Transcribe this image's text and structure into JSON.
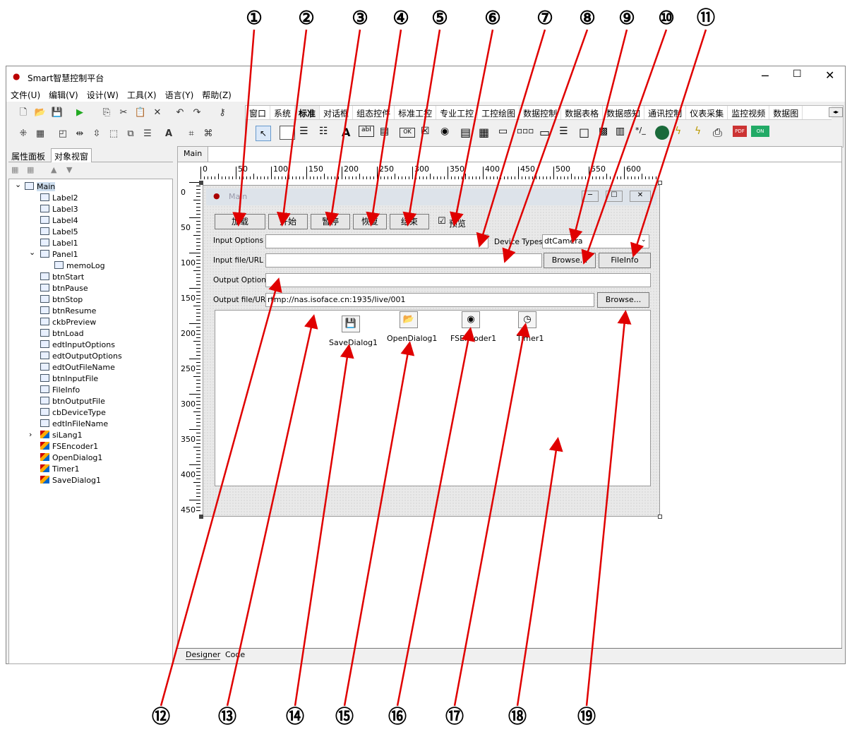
{
  "app": {
    "title": "Smart智慧控制平台"
  },
  "menu": [
    "文件(U)",
    "编辑(V)",
    "设计(W)",
    "工具(X)",
    "语言(Y)",
    "帮助(Z)"
  ],
  "palette_tabs": [
    "窗口",
    "系统",
    "标准",
    "对话框",
    "组态控件",
    "标准工控",
    "专业工控",
    "工控绘图",
    "数据控制",
    "数据表格",
    "数据感知",
    "通讯控制",
    "仪表采集",
    "监控视频",
    "数据图"
  ],
  "left_tabs": [
    "属性面板",
    "对象视窗"
  ],
  "tree": [
    {
      "label": "Main",
      "icon": "form",
      "level": 0
    },
    {
      "label": "Label2",
      "icon": "comp",
      "level": 1
    },
    {
      "label": "Label3",
      "icon": "comp",
      "level": 1
    },
    {
      "label": "Label4",
      "icon": "comp",
      "level": 1
    },
    {
      "label": "Label5",
      "icon": "comp",
      "level": 1
    },
    {
      "label": "Label1",
      "icon": "comp",
      "level": 1
    },
    {
      "label": "Panel1",
      "icon": "comp",
      "level": 1
    },
    {
      "label": "memoLog",
      "icon": "comp",
      "level": 2
    },
    {
      "label": "btnStart",
      "icon": "comp",
      "level": 1
    },
    {
      "label": "btnPause",
      "icon": "comp",
      "level": 1
    },
    {
      "label": "btnStop",
      "icon": "comp",
      "level": 1
    },
    {
      "label": "btnResume",
      "icon": "comp",
      "level": 1
    },
    {
      "label": "ckbPreview",
      "icon": "comp",
      "level": 1
    },
    {
      "label": "btnLoad",
      "icon": "comp",
      "level": 1
    },
    {
      "label": "edtInputOptions",
      "icon": "comp",
      "level": 1
    },
    {
      "label": "edtOutputOptions",
      "icon": "comp",
      "level": 1
    },
    {
      "label": "edtOutFileName",
      "icon": "comp",
      "level": 1
    },
    {
      "label": "btnInputFile",
      "icon": "comp",
      "level": 1
    },
    {
      "label": "FileInfo",
      "icon": "comp",
      "level": 1
    },
    {
      "label": "btnOutputFile",
      "icon": "comp",
      "level": 1
    },
    {
      "label": "cbDeviceType",
      "icon": "comp",
      "level": 1
    },
    {
      "label": "edtInFileName",
      "icon": "comp",
      "level": 1
    },
    {
      "label": "siLang1",
      "icon": "nv",
      "level": 1
    },
    {
      "label": "FSEncoder1",
      "icon": "nv",
      "level": 1
    },
    {
      "label": "OpenDialog1",
      "icon": "nv",
      "level": 1
    },
    {
      "label": "Timer1",
      "icon": "nv",
      "level": 1
    },
    {
      "label": "SaveDialog1",
      "icon": "nv",
      "level": 1
    }
  ],
  "designer_tab": "Main",
  "ruler_h": [
    "0",
    "50",
    "100",
    "150",
    "200",
    "250",
    "300",
    "350",
    "400",
    "450",
    "500",
    "550",
    "600"
  ],
  "ruler_v": [
    "0",
    "50",
    "100",
    "150",
    "200",
    "250",
    "300",
    "350",
    "400",
    "450"
  ],
  "form": {
    "title": "Main",
    "buttons": {
      "load": "加载",
      "start": "开始",
      "pause": "暂停",
      "resume": "恢复",
      "stop": "结束"
    },
    "preview_label": "预览",
    "input_options_label": "Input Options",
    "device_types_label": "Device Types",
    "device_value": "dtCamera",
    "input_file_label": "Input file/URL",
    "browse": "Browse...",
    "fileinfo": "FileInfo",
    "output_options_label": "Output Options",
    "output_file_label": "Output file/URL",
    "output_url": "rtmp://nas.isoface.cn:1935/live/001",
    "nonvisual": [
      "SaveDialog1",
      "OpenDialog1",
      "FSEncoder1",
      "Timer1"
    ]
  },
  "bottom_tabs": [
    "Designer",
    "Code"
  ],
  "callouts_top": [
    "①",
    "②",
    "③",
    "④",
    "⑤",
    "⑥",
    "⑦",
    "⑧",
    "⑨",
    "⑩",
    "⑪"
  ],
  "callouts_bottom": [
    "⑫",
    "⑬",
    "⑭",
    "⑮",
    "⑯",
    "⑰",
    "⑱",
    "⑲"
  ],
  "colors": {
    "arrow": "#e00000"
  }
}
